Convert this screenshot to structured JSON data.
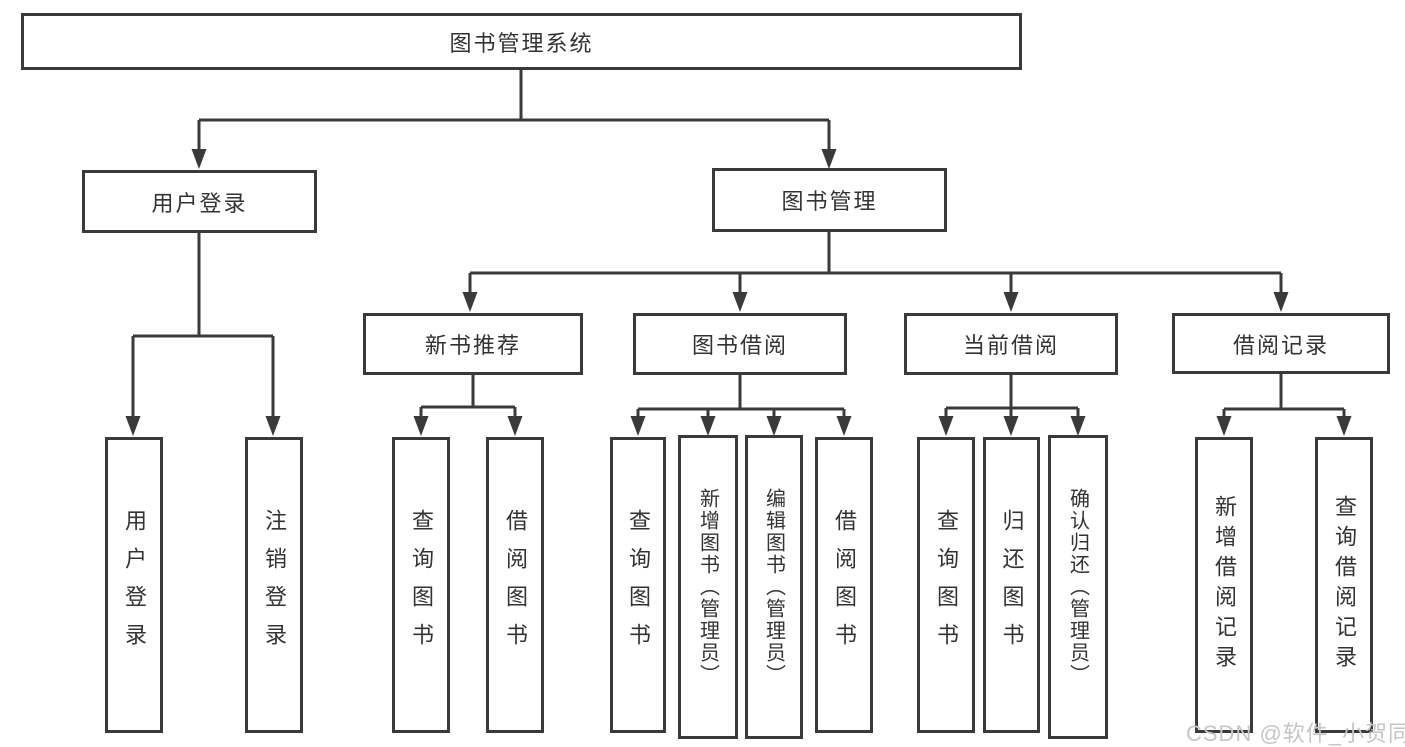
{
  "colors": {
    "line": "#3a3a3a",
    "text": "#333333",
    "background": "#ffffff",
    "watermark": "#c6c6c6"
  },
  "watermark": "CSDN @软件_小贺同学",
  "tree": {
    "root": {
      "label": "图书管理系统"
    },
    "level2": [
      {
        "label": "用户登录",
        "parent": "图书管理系统"
      },
      {
        "label": "图书管理",
        "parent": "图书管理系统"
      }
    ],
    "level3": [
      {
        "label": "新书推荐",
        "parent": "图书管理"
      },
      {
        "label": "图书借阅",
        "parent": "图书管理"
      },
      {
        "label": "当前借阅",
        "parent": "图书管理"
      },
      {
        "label": "借阅记录",
        "parent": "图书管理"
      }
    ],
    "leaves": [
      {
        "label": "用户登录",
        "parent": "用户登录"
      },
      {
        "label": "注销登录",
        "parent": "用户登录"
      },
      {
        "label": "查询图书",
        "parent": "新书推荐"
      },
      {
        "label": "借阅图书",
        "parent": "新书推荐"
      },
      {
        "label": "查询图书",
        "parent": "图书借阅"
      },
      {
        "label": "新增图书（管理员）",
        "parent": "图书借阅"
      },
      {
        "label": "编辑图书（管理员）",
        "parent": "图书借阅"
      },
      {
        "label": "借阅图书",
        "parent": "图书借阅"
      },
      {
        "label": "查询图书",
        "parent": "当前借阅"
      },
      {
        "label": "归还图书",
        "parent": "当前借阅"
      },
      {
        "label": "确认归还（管理员）",
        "parent": "当前借阅"
      },
      {
        "label": "新增借阅记录",
        "parent": "借阅记录"
      },
      {
        "label": "查询借阅记录",
        "parent": "借阅记录"
      }
    ]
  }
}
